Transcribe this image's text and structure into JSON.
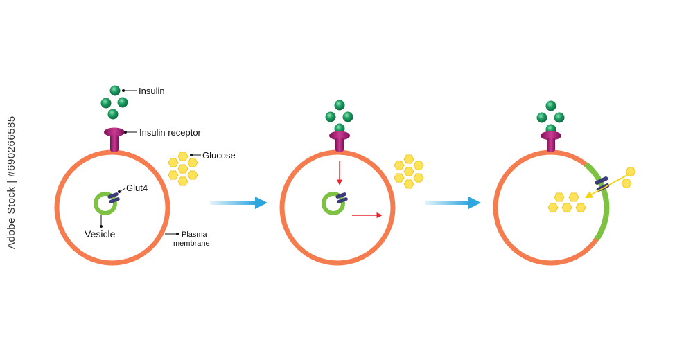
{
  "labels": {
    "insulin": "Insulin",
    "insulin_receptor": "Insulin receptor",
    "glucose": "Glucose",
    "glut4": "Glut4",
    "vesicle": "Vesicle",
    "plasma_membrane_line1": "Plasma",
    "plasma_membrane_line2": "membrane"
  },
  "side_watermark": {
    "brand": "Adobe Stock",
    "separator": "|",
    "id": "#690266585"
  },
  "colors": {
    "membrane": "#f47c4e",
    "membrane_green": "#7dc242",
    "insulin": "#12915a",
    "receptor": "#b3197a",
    "glucose": "#fce35a",
    "glucose_stroke": "#f1c40f",
    "vesicle": "#7dc242",
    "glut4": "#3a3b7a",
    "arrow_blue": "#3aaee0",
    "arrow_red": "#e8252b",
    "arrow_yellow": "#f5d20a"
  }
}
